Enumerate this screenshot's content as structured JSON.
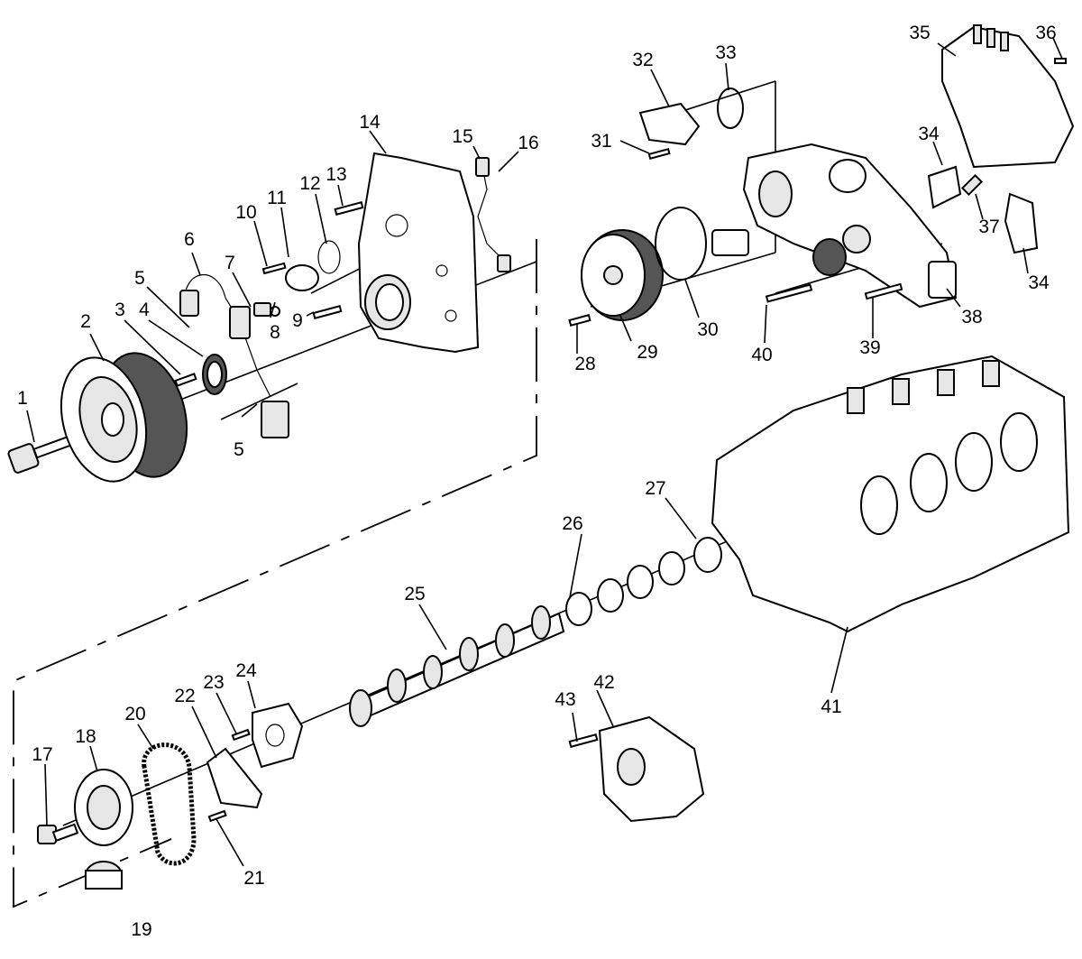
{
  "diagram": {
    "callouts": [
      "1",
      "2",
      "3",
      "4",
      "5",
      "6",
      "7",
      "8",
      "9",
      "10",
      "11",
      "12",
      "13",
      "14",
      "15",
      "16",
      "17",
      "18",
      "19",
      "20",
      "21",
      "22",
      "23",
      "24",
      "25",
      "26",
      "27",
      "28",
      "29",
      "30",
      "31",
      "32",
      "33",
      "34",
      "35",
      "36",
      "37",
      "38",
      "39",
      "40",
      "41",
      "42",
      "43"
    ],
    "callout_5_second": "5",
    "callout_34_second": "34"
  }
}
